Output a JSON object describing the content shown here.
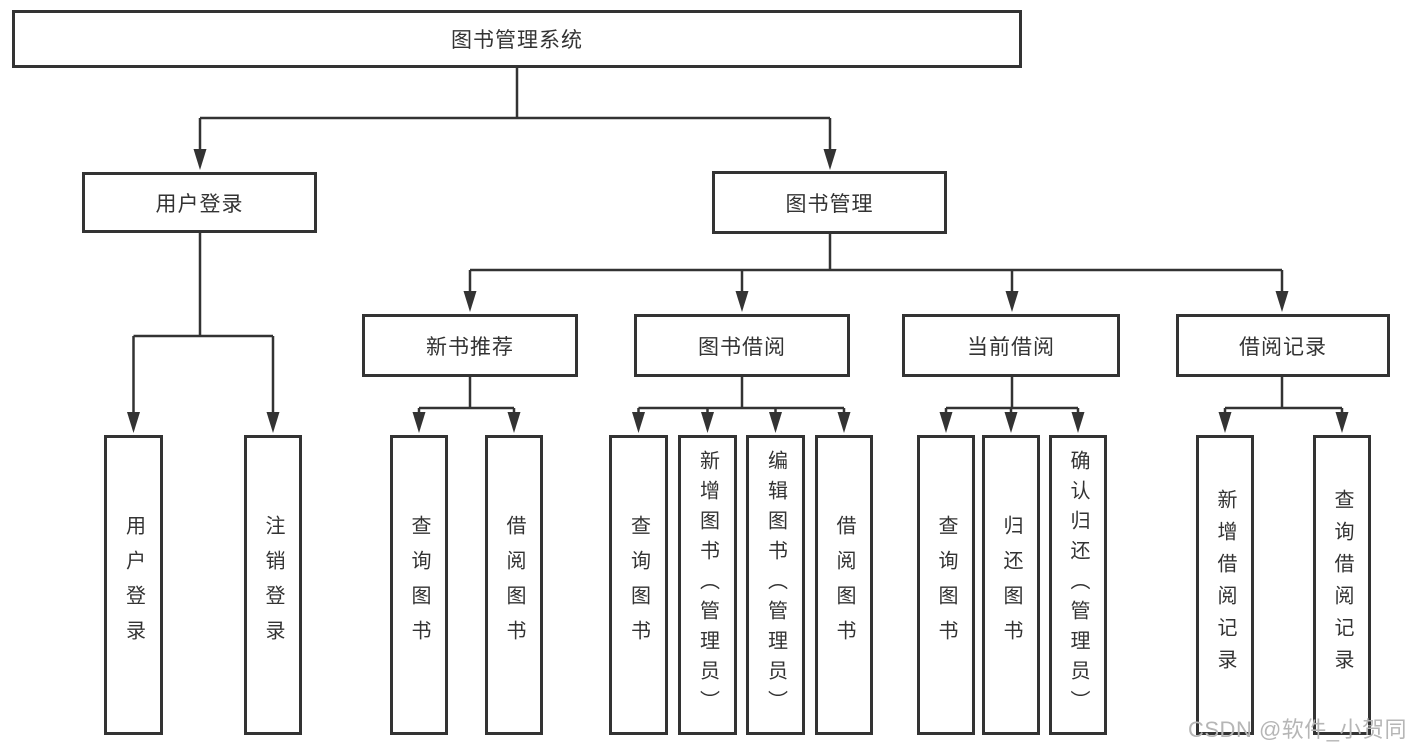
{
  "diagram_title": "图书管理系统",
  "tree": {
    "root": "图书管理系统",
    "branches": [
      {
        "label": "用户登录",
        "children": [
          "用户登录",
          "注销登录"
        ]
      },
      {
        "label": "图书管理",
        "sections": [
          {
            "label": "新书推荐",
            "children": [
              "查询图书",
              "借阅图书"
            ]
          },
          {
            "label": "图书借阅",
            "children": [
              "查询图书",
              "新增图书（管理员）",
              "编辑图书（管理员）",
              "借阅图书"
            ]
          },
          {
            "label": "当前借阅",
            "children": [
              "查询图书",
              "归还图书",
              "确认归还（管理员）"
            ]
          },
          {
            "label": "借阅记录",
            "children": [
              "新增借阅记录",
              "查询借阅记录"
            ]
          }
        ]
      }
    ]
  },
  "watermark": "CSDN @软件_小贺同学",
  "colors": {
    "line": "#333333",
    "box_border": "#333333",
    "text": "#333333",
    "watermark": "#b6b6b6",
    "background": "#ffffff"
  }
}
